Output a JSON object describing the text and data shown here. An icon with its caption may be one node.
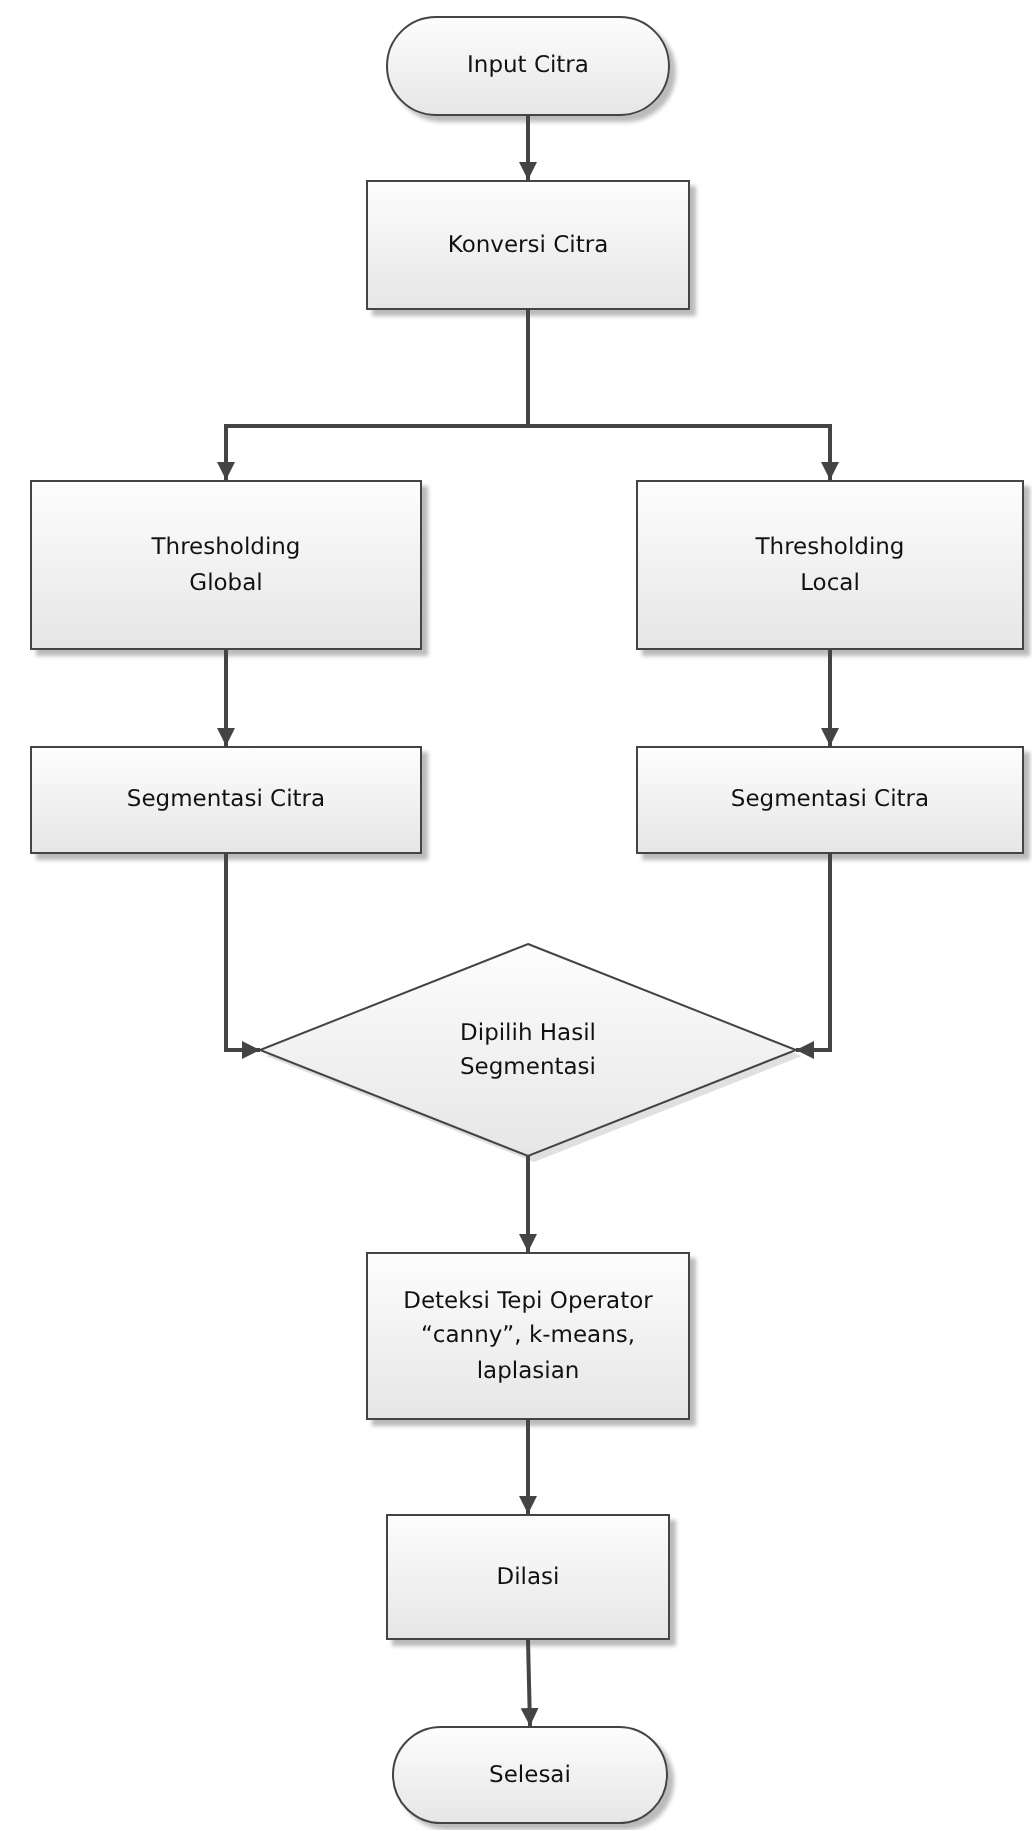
{
  "diagram": {
    "nodes": [
      {
        "text": [
          "Input Citra"
        ]
      },
      {
        "text": [
          "Konversi Citra"
        ]
      },
      {
        "text": [
          "Thresholding Global"
        ]
      },
      {
        "text": [
          "Thresholding Local"
        ]
      },
      {
        "text": [
          "Segmentasi Citra"
        ]
      },
      {
        "text": [
          "Segmentasi Citra"
        ]
      },
      {
        "text": [
          "Dipilih Hasil Segmentasi"
        ]
      },
      {
        "text": [
          "Deteksi Tepi Operator “canny”, k-means, laplasian"
        ]
      },
      {
        "text": [
          "Dilasi"
        ]
      },
      {
        "text": [
          "Selesai"
        ]
      }
    ],
    "edges": [
      {
        "from": 0,
        "to": 1,
        "arrow": "to"
      },
      {
        "from": 1,
        "to": 2,
        "arrow": "to"
      },
      {
        "from": 1,
        "to": 3,
        "arrow": "to"
      },
      {
        "from": 2,
        "to": 4,
        "arrow": "to"
      },
      {
        "from": 3,
        "to": 5,
        "arrow": "to"
      },
      {
        "from": 4,
        "to": 6,
        "arrow": "to"
      },
      {
        "from": 5,
        "to": 6,
        "arrow": "to"
      },
      {
        "from": 6,
        "to": 7,
        "arrow": "to"
      },
      {
        "from": 7,
        "to": 8,
        "arrow": "to"
      },
      {
        "from": 8,
        "to": 9,
        "arrow": "to"
      }
    ]
  }
}
